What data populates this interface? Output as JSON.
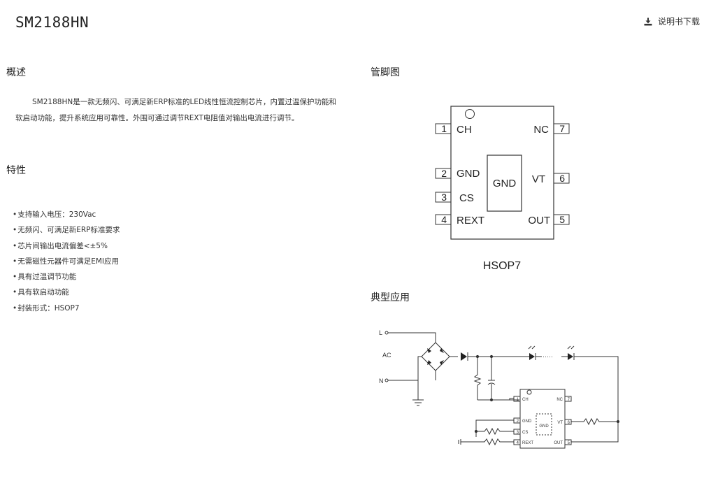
{
  "header": {
    "title": "SM2188HN",
    "download_label": "说明书下载",
    "download_icon": "download-icon"
  },
  "overview": {
    "heading": "概述",
    "text": "SM2188HN是一款无频闪、可满足新ERP标准的LED线性恒流控制芯片，内置过温保护功能和软启动功能，提升系统应用可靠性。外围可通过调节REXT电阻值对输出电流进行调节。"
  },
  "features": {
    "heading": "特性",
    "items": [
      "支持输入电压：230Vac",
      "无频闪、可满足新ERP标准要求",
      "芯片间输出电流偏差<±5%",
      "无需磁性元器件可满足EMI应用",
      "具有过温调节功能",
      "具有软启动功能",
      "封装形式：HSOP7"
    ]
  },
  "pinout": {
    "heading": "管脚图",
    "package_label": "HSOP7",
    "center_pad": "GND",
    "left_pins": [
      {
        "num": "1",
        "name": "CH"
      },
      {
        "num": "2",
        "name": "GND"
      },
      {
        "num": "3",
        "name": "CS"
      },
      {
        "num": "4",
        "name": "REXT"
      }
    ],
    "right_pins": [
      {
        "num": "7",
        "name": "NC"
      },
      {
        "num": "6",
        "name": "VT"
      },
      {
        "num": "5",
        "name": "OUT"
      }
    ]
  },
  "application": {
    "heading": "典型应用",
    "labels": {
      "line": "L",
      "ac": "AC",
      "neutral": "N"
    },
    "chip": {
      "center_pad": "GND",
      "left_pins": [
        {
          "num": "1",
          "name": "CH"
        },
        {
          "num": "2",
          "name": "GND"
        },
        {
          "num": "3",
          "name": "CS"
        },
        {
          "num": "4",
          "name": "REXT"
        }
      ],
      "right_pins": [
        {
          "num": "7",
          "name": "NC"
        },
        {
          "num": "6",
          "name": "VT"
        },
        {
          "num": "5",
          "name": "OUT"
        }
      ]
    },
    "led_ellipsis": "·····"
  },
  "colors": {
    "text": "#333333",
    "heading": "#222222",
    "line": "#333333",
    "background": "#ffffff"
  }
}
